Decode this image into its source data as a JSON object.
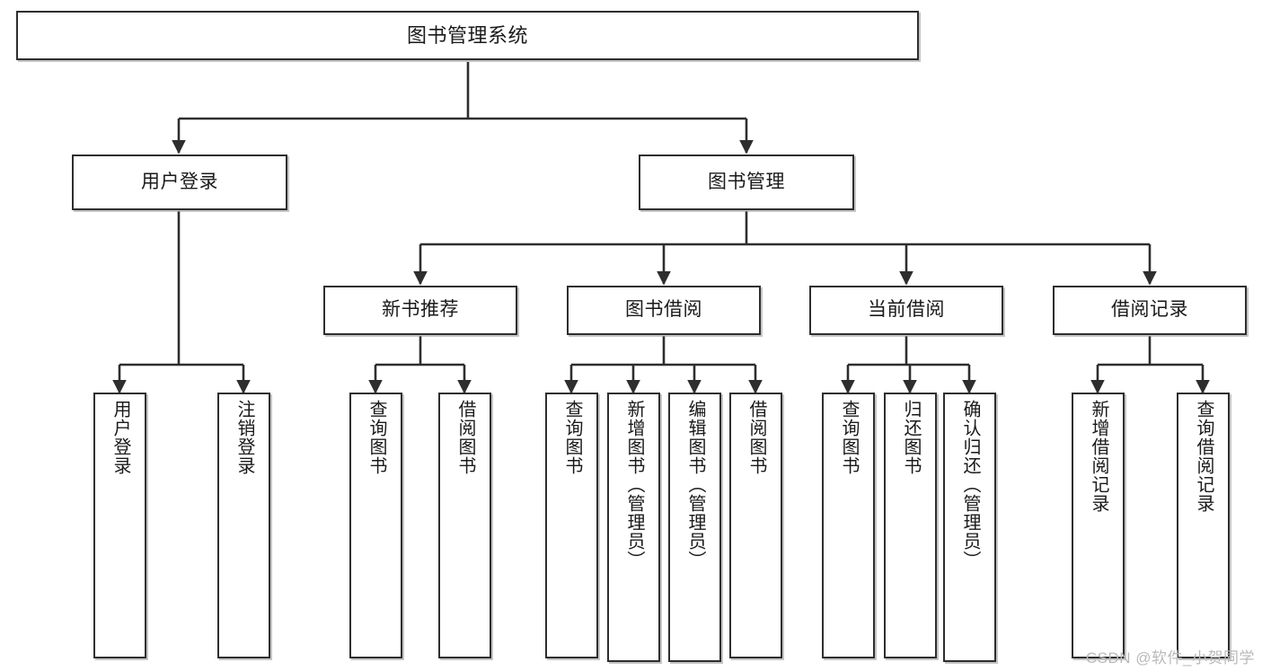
{
  "diagram": {
    "title": "图书管理系统",
    "type": "hierarchy-tree",
    "orientation": "top-down",
    "colors": {
      "box_border": "#2e2e2e",
      "box_fill": "#ffffff",
      "connector": "#2e2e2e",
      "background": "#ffffff",
      "watermark": "#b9b9b9"
    }
  },
  "nodes": {
    "root": {
      "label": "图书管理系统"
    },
    "level1": [
      {
        "id": "user-login",
        "label": "用户登录"
      },
      {
        "id": "book-management",
        "label": "图书管理"
      }
    ],
    "level2": [
      {
        "id": "new-book-recommend",
        "label": "新书推荐"
      },
      {
        "id": "book-borrow",
        "label": "图书借阅"
      },
      {
        "id": "current-borrow",
        "label": "当前借阅"
      },
      {
        "id": "borrow-record",
        "label": "借阅记录"
      }
    ],
    "leaves": {
      "user_login": [
        {
          "id": "leaf-user-login",
          "label": "用户登录"
        },
        {
          "id": "leaf-logout-login",
          "label": "注销登录"
        }
      ],
      "new_book_recommend": [
        {
          "id": "leaf-query-book-1",
          "label": "查询图书"
        },
        {
          "id": "leaf-borrow-book-1",
          "label": "借阅图书"
        }
      ],
      "book_borrow": [
        {
          "id": "leaf-query-book-2",
          "label": "查询图书"
        },
        {
          "id": "leaf-add-book",
          "label": "新增图书（管理员）"
        },
        {
          "id": "leaf-edit-book",
          "label": "编辑图书（管理员）"
        },
        {
          "id": "leaf-borrow-book-2",
          "label": "借阅图书"
        }
      ],
      "current_borrow": [
        {
          "id": "leaf-query-book-3",
          "label": "查询图书"
        },
        {
          "id": "leaf-return-book",
          "label": "归还图书"
        },
        {
          "id": "leaf-confirm-return",
          "label": "确认归还（管理员）"
        }
      ],
      "borrow_record": [
        {
          "id": "leaf-add-record",
          "label": "新增借阅记录"
        },
        {
          "id": "leaf-query-record",
          "label": "查询借阅记录"
        }
      ]
    }
  },
  "watermark": {
    "text": "CSDN @软件_小贺同学"
  }
}
